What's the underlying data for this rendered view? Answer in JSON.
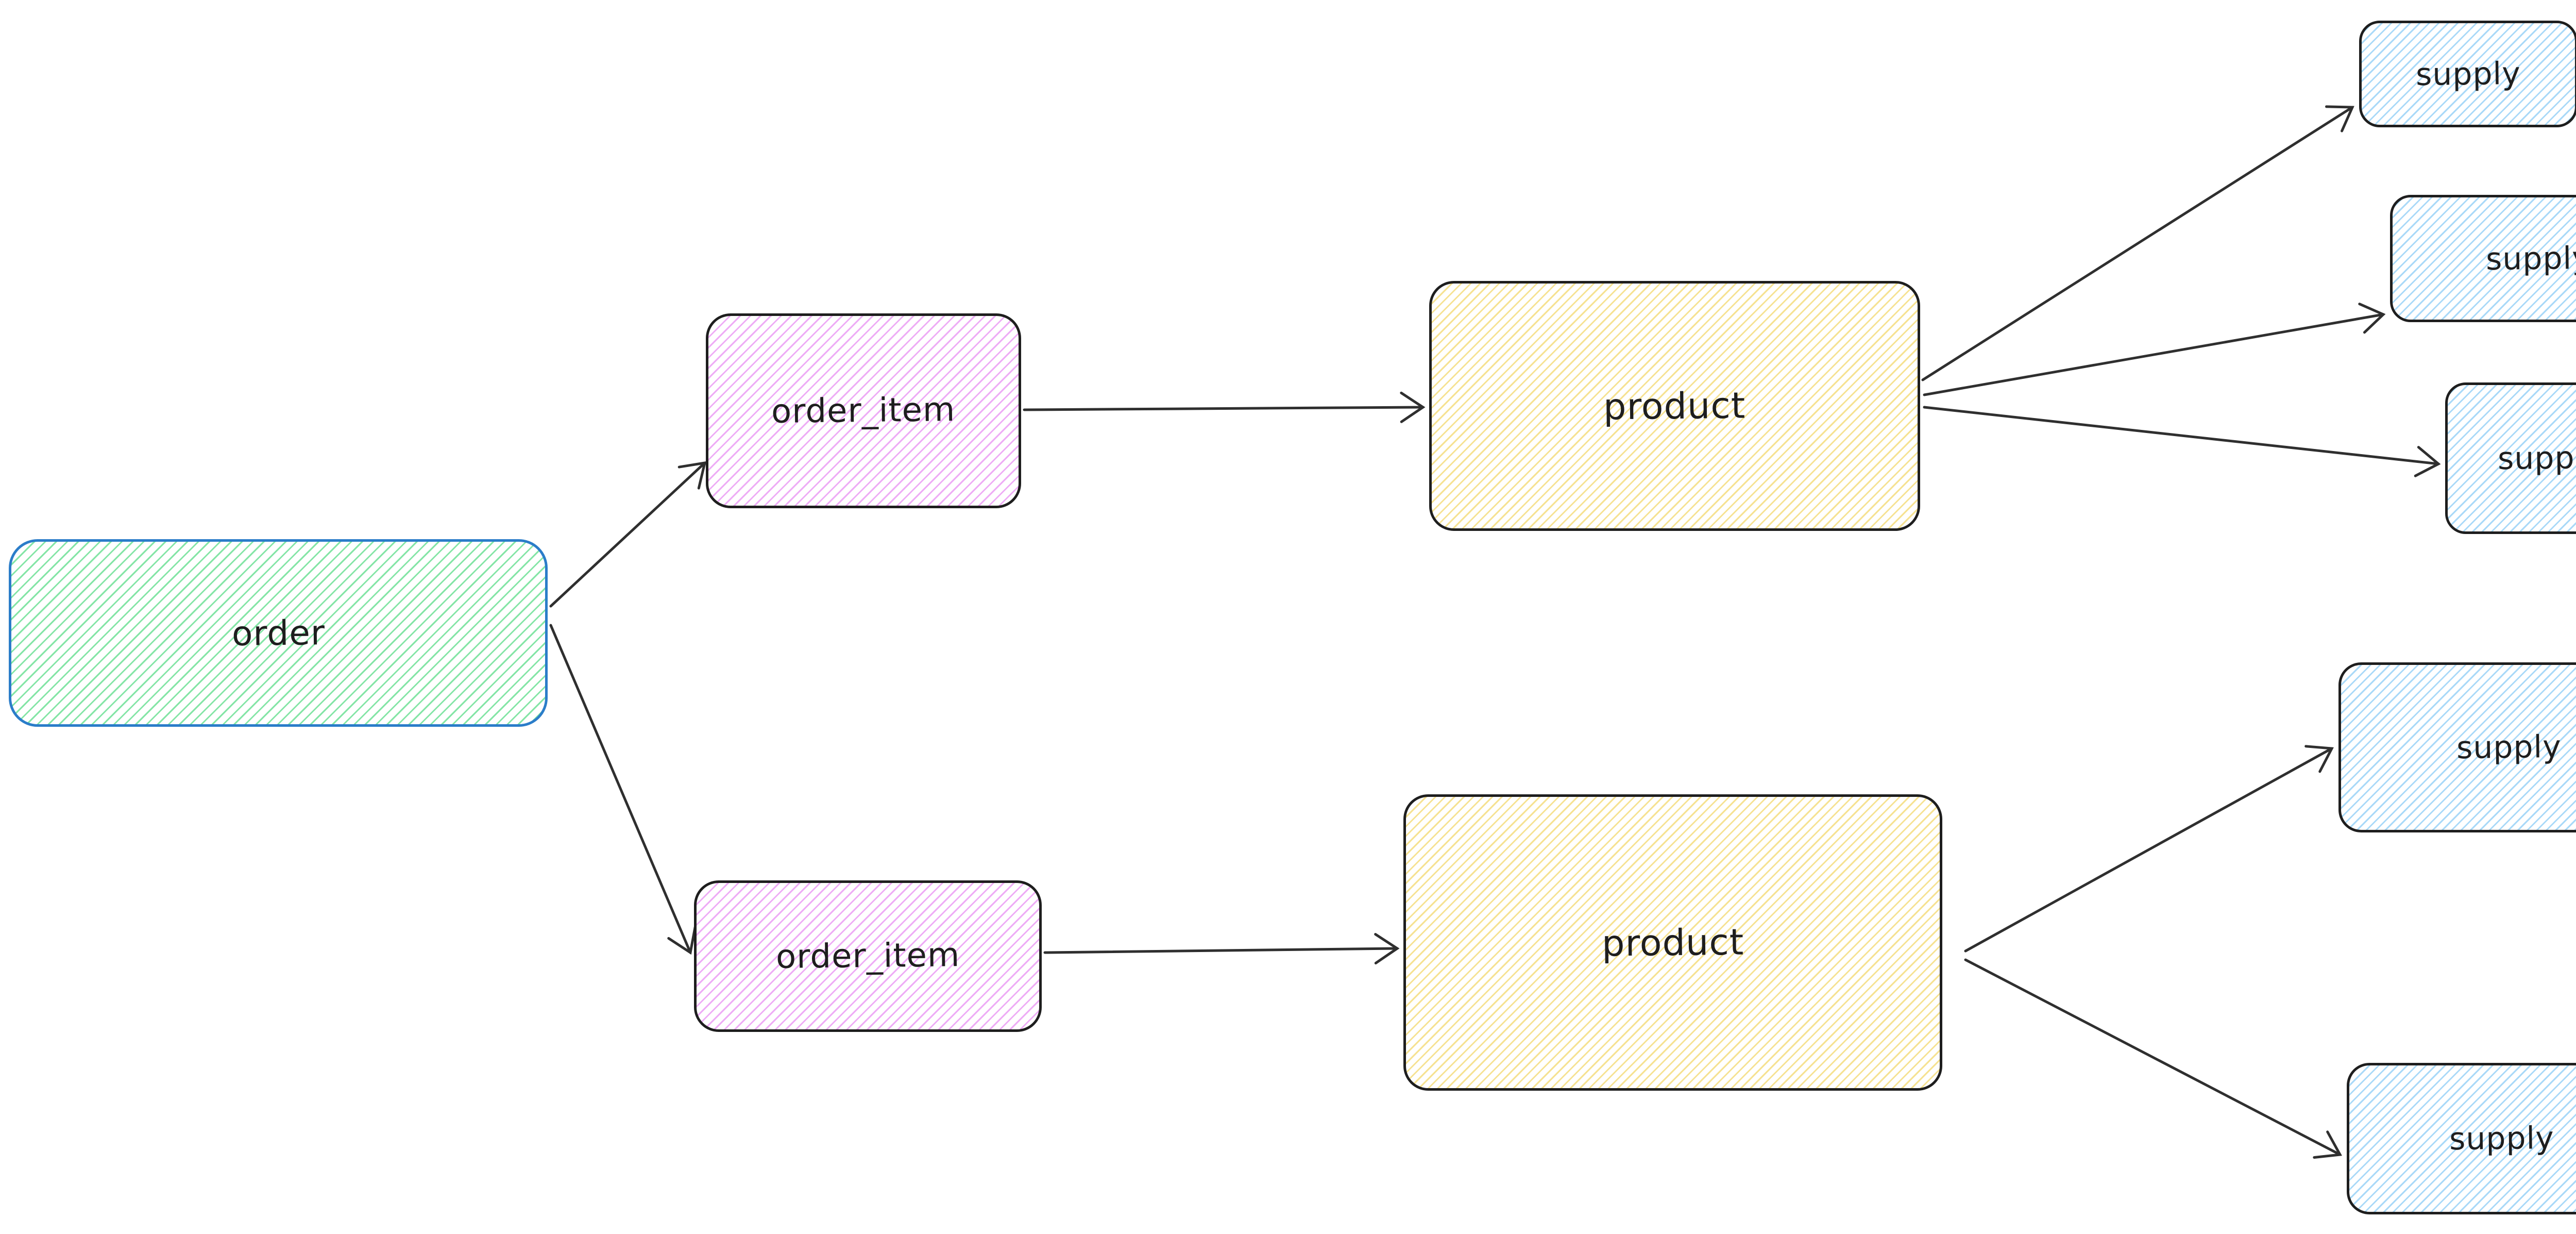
{
  "diagram": {
    "nodes": {
      "order": {
        "label": "order",
        "fill": "green-hachure",
        "stroke": "blue"
      },
      "order_item_1": {
        "label": "order_item",
        "fill": "violet-hachure",
        "stroke": "black"
      },
      "order_item_2": {
        "label": "order_item",
        "fill": "violet-hachure",
        "stroke": "black"
      },
      "product_1": {
        "label": "product",
        "fill": "yellow-hachure",
        "stroke": "black"
      },
      "product_2": {
        "label": "product",
        "fill": "yellow-hachure",
        "stroke": "black"
      },
      "supply_1": {
        "label": "supply",
        "fill": "blue-hachure",
        "stroke": "black"
      },
      "supply_2": {
        "label": "supply",
        "fill": "blue-hachure",
        "stroke": "black"
      },
      "supply_3": {
        "label": "supply",
        "fill": "blue-hachure",
        "stroke": "black"
      },
      "supply_4": {
        "label": "supply",
        "fill": "blue-hachure",
        "stroke": "black"
      },
      "supply_5": {
        "label": "supply",
        "fill": "blue-hachure",
        "stroke": "black"
      }
    },
    "edges": [
      {
        "id": "edge-order-to-order-item-1",
        "from": "order",
        "to": "order_item_1"
      },
      {
        "id": "edge-order-to-order-item-2",
        "from": "order",
        "to": "order_item_2"
      },
      {
        "id": "edge-order-item-1-to-product-1",
        "from": "order_item_1",
        "to": "product_1"
      },
      {
        "id": "edge-order-item-2-to-product-2",
        "from": "order_item_2",
        "to": "product_2"
      },
      {
        "id": "edge-product-1-to-supply-1",
        "from": "product_1",
        "to": "supply_1"
      },
      {
        "id": "edge-product-1-to-supply-2",
        "from": "product_1",
        "to": "supply_2"
      },
      {
        "id": "edge-product-1-to-supply-3",
        "from": "product_1",
        "to": "supply_3"
      },
      {
        "id": "edge-product-2-to-supply-4",
        "from": "product_2",
        "to": "supply_4"
      },
      {
        "id": "edge-product-2-to-supply-5",
        "from": "product_2",
        "to": "supply_5"
      }
    ],
    "colors": {
      "order_stroke": "#2b7dc9",
      "shape_stroke": "#1e1e1e",
      "hatch_green": "#84e5a6",
      "hatch_violet": "#eeacf6",
      "hatch_yellow": "#f6e292",
      "hatch_blue": "#a9d9f8",
      "arrow": "#2f2f2f",
      "text": "#1e1e1e"
    }
  }
}
